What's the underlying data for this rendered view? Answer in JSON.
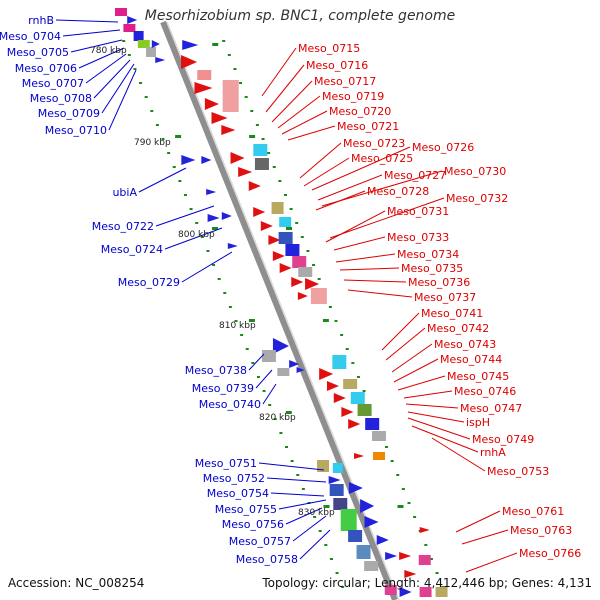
{
  "title": "Mesorhizobium sp. BNC1, complete genome",
  "footer": {
    "accession": "Accession: NC_008254",
    "summary": "Topology: circular; Length: 4,412,446 bp; Genes: 4,131"
  },
  "colors": {
    "backbone": "#9a9a9a",
    "left_labels": "#0000cc",
    "right_labels": "#dd0000",
    "tick_marks": "#1a8a1a"
  },
  "scale_ticks": [
    "780 kbp",
    "790 kbp",
    "800 kbp",
    "810 kbp",
    "820 kbp",
    "830 kbp"
  ],
  "left_labels": [
    "rnhB",
    "Meso_0704",
    "Meso_0705",
    "Meso_0706",
    "Meso_0707",
    "Meso_0708",
    "Meso_0709",
    "Meso_0710",
    "ubiA",
    "Meso_0722",
    "Meso_0724",
    "Meso_0729",
    "Meso_0738",
    "Meso_0739",
    "Meso_0740",
    "Meso_0751",
    "Meso_0752",
    "Meso_0754",
    "Meso_0755",
    "Meso_0756",
    "Meso_0757",
    "Meso_0758"
  ],
  "right_labels": [
    "Meso_0715",
    "Meso_0716",
    "Meso_0717",
    "Meso_0719",
    "Meso_0720",
    "Meso_0721",
    "Meso_0723",
    "Meso_0726",
    "Meso_0725",
    "Meso_0727",
    "Meso_0730",
    "Meso_0728",
    "Meso_0732",
    "Meso_0731",
    "Meso_0733",
    "Meso_0734",
    "Meso_0735",
    "Meso_0736",
    "Meso_0737",
    "Meso_0741",
    "Meso_0742",
    "Meso_0743",
    "Meso_0744",
    "Meso_0745",
    "Meso_0746",
    "Meso_0747",
    "ispH",
    "Meso_0749",
    "rnhA",
    "Meso_0753",
    "Meso_0761",
    "Meso_0763",
    "Meso_0766"
  ]
}
